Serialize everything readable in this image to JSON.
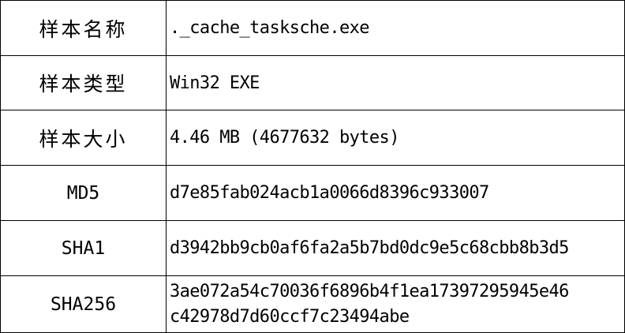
{
  "rows": [
    {
      "label": "样本名称",
      "value": "._cache_tasksche.exe"
    },
    {
      "label": "样本类型",
      "value": "Win32 EXE"
    },
    {
      "label": "样本大小",
      "value": "4.46 MB (4677632 bytes)"
    },
    {
      "label": "MD5",
      "value": "d7e85fab024acb1a0066d8396c933007"
    },
    {
      "label": "SHA1",
      "value": "d3942bb9cb0af6fa2a5b7bd0dc9e5c68cbb8b3d5"
    },
    {
      "label": "SHA256",
      "value_line1": "3ae072a54c70036f6896b4f1ea17397295945e46",
      "value_line2": "c42978d7d60ccf7c23494abe"
    }
  ]
}
